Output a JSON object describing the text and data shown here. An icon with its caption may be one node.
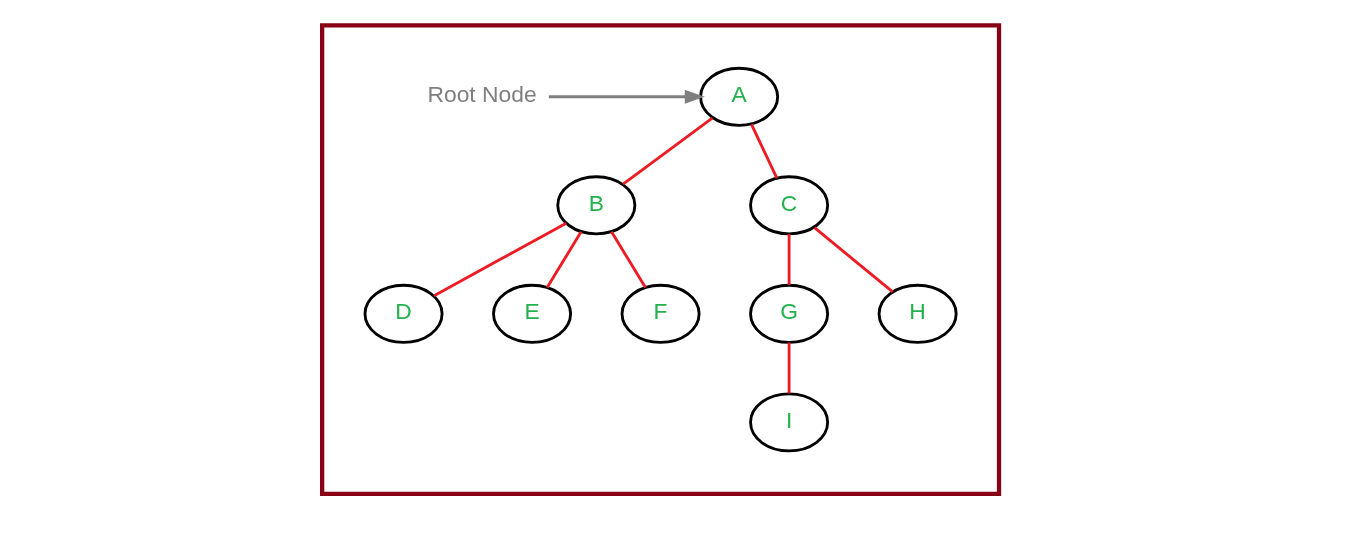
{
  "diagram": {
    "nodes": [
      {
        "text": [],
        "shape": "box"
      },
      {
        "text": [
          "A"
        ],
        "in": 0
      },
      {
        "text": [
          "Root Node"
        ],
        "in": 0
      },
      {
        "text": [
          "B"
        ],
        "in": 0
      },
      {
        "text": [
          "C"
        ],
        "in": 0
      },
      {
        "text": [
          "D"
        ],
        "in": 0
      },
      {
        "text": [
          "E"
        ],
        "in": 0
      },
      {
        "text": [
          "F"
        ],
        "in": 0
      },
      {
        "text": [
          "G"
        ],
        "in": 0
      },
      {
        "text": [
          "H"
        ],
        "in": 0
      },
      {
        "text": [
          "I"
        ],
        "in": 0
      }
    ],
    "edges": [
      {
        "from": 2,
        "to": 1,
        "arrow": "to",
        "color": "#7f7f7f"
      },
      {
        "from": 1,
        "to": 3,
        "arrow": "none"
      },
      {
        "from": 1,
        "to": 4,
        "arrow": "none"
      },
      {
        "from": 3,
        "to": 5,
        "arrow": "none"
      },
      {
        "from": 3,
        "to": 6,
        "arrow": "none"
      },
      {
        "from": 3,
        "to": 7,
        "arrow": "none"
      },
      {
        "from": 4,
        "to": 8,
        "arrow": "none"
      },
      {
        "from": 4,
        "to": 9,
        "arrow": "none"
      },
      {
        "from": 8,
        "to": 10,
        "arrow": "none"
      }
    ]
  }
}
